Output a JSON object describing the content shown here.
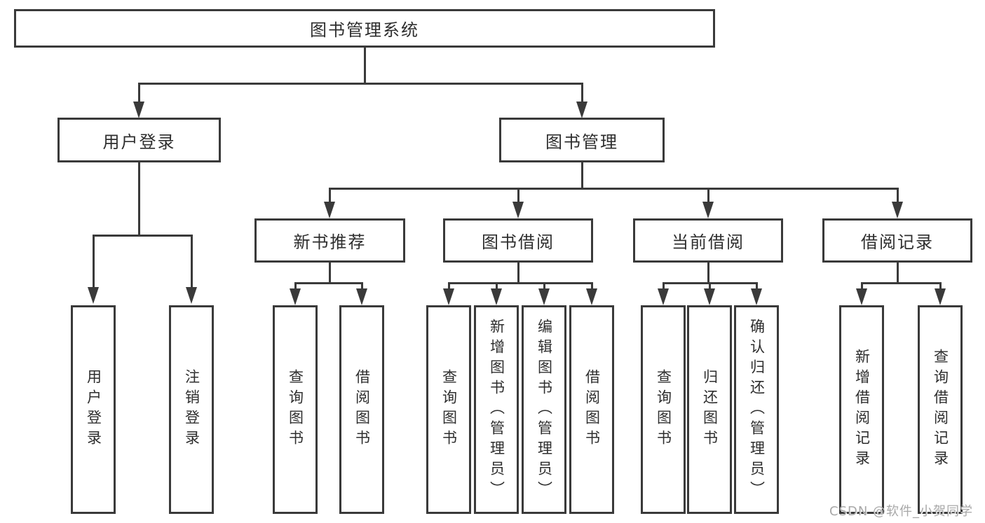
{
  "colors": {
    "line": "#3a3a3a",
    "background": "#ffffff",
    "text": "#2e2e2e",
    "watermark": "#a8a8a8"
  },
  "tree": {
    "root": {
      "label": "图书管理系统"
    },
    "level2": [
      {
        "label": "用户登录"
      },
      {
        "label": "图书管理"
      }
    ],
    "level3": [
      {
        "label": "新书推荐"
      },
      {
        "label": "图书借阅"
      },
      {
        "label": "当前借阅"
      },
      {
        "label": "借阅记录"
      }
    ],
    "leaves": {
      "login": [
        {
          "label": "用户登录"
        },
        {
          "label": "注销登录"
        }
      ],
      "recommend": [
        {
          "label": "查询图书"
        },
        {
          "label": "借阅图书"
        }
      ],
      "borrow": [
        {
          "label": "查询图书"
        },
        {
          "label": "新增图书（管理员）"
        },
        {
          "label": "编辑图书（管理员）"
        },
        {
          "label": "借阅图书"
        }
      ],
      "current": [
        {
          "label": "查询图书"
        },
        {
          "label": "归还图书"
        },
        {
          "label": "确认归还（管理员）"
        }
      ],
      "records": [
        {
          "label": "新增借阅记录"
        },
        {
          "label": "查询借阅记录"
        }
      ]
    }
  },
  "watermark": {
    "text": "CSDN @软件_小贺同学"
  }
}
